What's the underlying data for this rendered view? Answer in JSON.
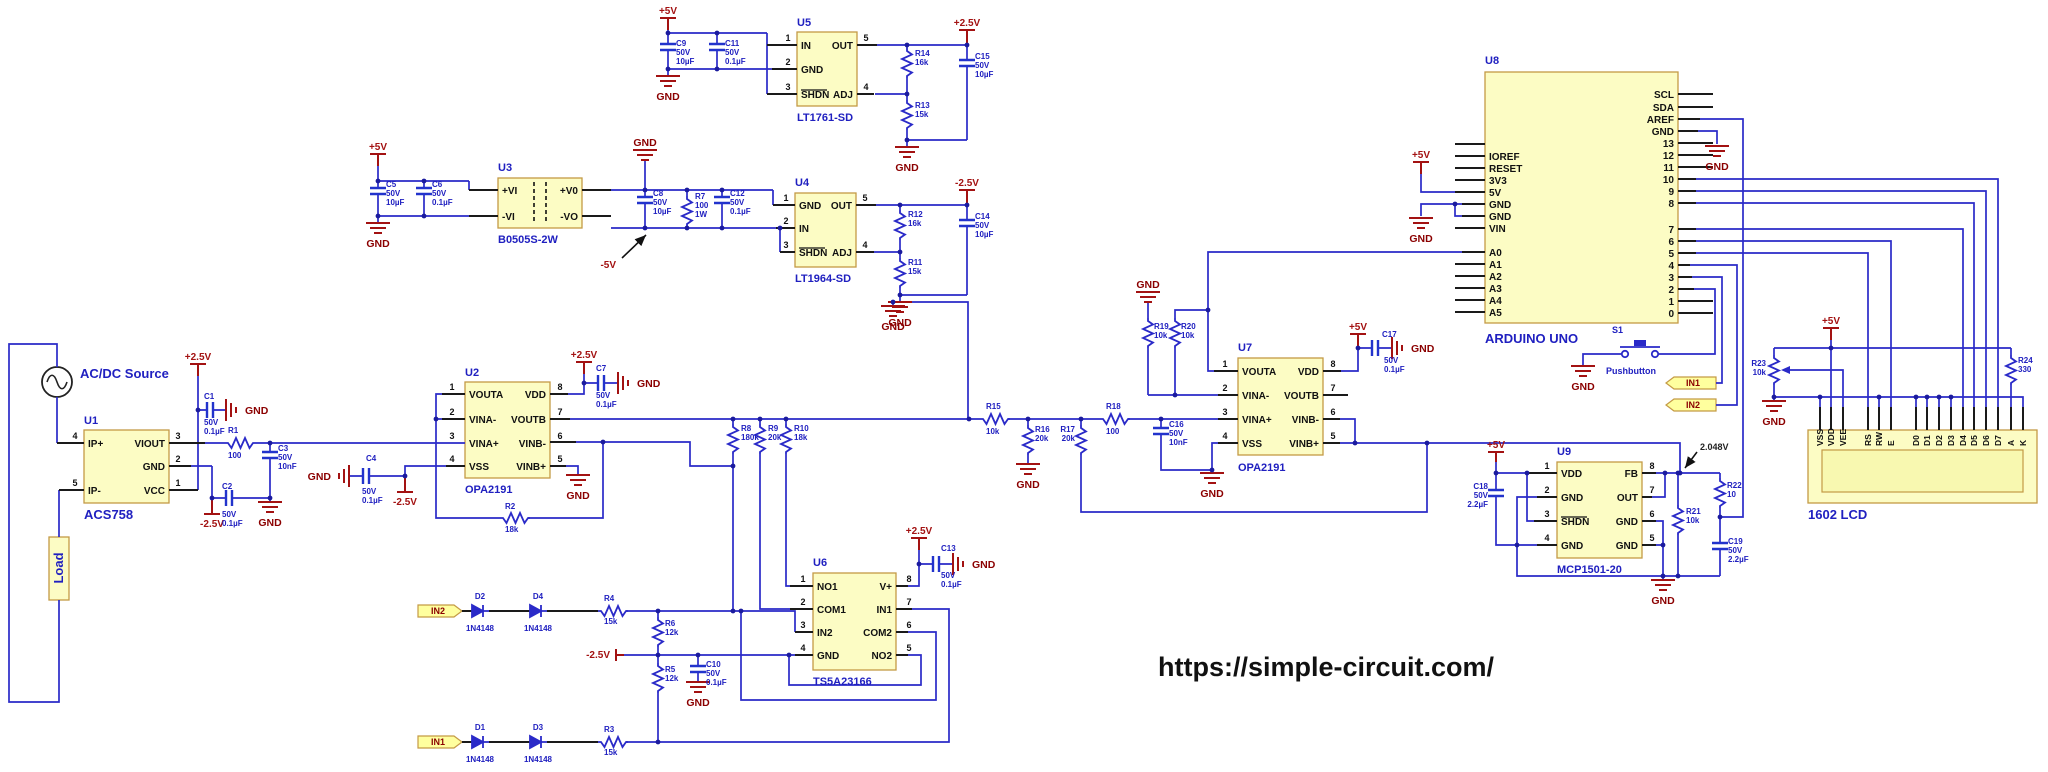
{
  "misc": {
    "url": "https://simple-circuit.com/",
    "source": "AC/DC Source",
    "load": "Load"
  },
  "nets": {
    "p5": "+5V",
    "p25": "+2.5V",
    "n25": "-2.5V",
    "n5": "-5V",
    "gnd": "GND",
    "vref": "2.048V"
  },
  "flags": {
    "in1": "IN1",
    "in2": "IN2"
  },
  "num": {
    "n1": "1",
    "n2": "2",
    "n3": "3",
    "n4": "4",
    "n5": "5",
    "n6": "6",
    "n7": "7",
    "n8": "8"
  },
  "refs": {
    "u1": "U1",
    "u2": "U2",
    "u3": "U3",
    "u4": "U4",
    "u5": "U5",
    "u6": "U6",
    "u7": "U7",
    "u8": "U8",
    "u9": "U9",
    "s1": "S1",
    "r1": "R1",
    "r2": "R2",
    "r3": "R3",
    "r4": "R4",
    "r5": "R5",
    "r6": "R6",
    "r7": "R7",
    "r8": "R8",
    "r9": "R9",
    "r10": "R10",
    "r11": "R11",
    "r12": "R12",
    "r13": "R13",
    "r14": "R14",
    "r15": "R15",
    "r16": "R16",
    "r17": "R17",
    "r18": "R18",
    "r19": "R19",
    "r20": "R20",
    "r21": "R21",
    "r22": "R22",
    "r23": "R23",
    "r24": "R24",
    "c1": "C1",
    "c2": "C2",
    "c3": "C3",
    "c4": "C4",
    "c5": "C5",
    "c6": "C6",
    "c7": "C7",
    "c8": "C8",
    "c9": "C9",
    "c10": "C10",
    "c11": "C11",
    "c12": "C12",
    "c13": "C13",
    "c14": "C14",
    "c15": "C15",
    "c16": "C16",
    "c17": "C17",
    "c18": "C18",
    "c19": "C19",
    "d1": "D1",
    "d2": "D2",
    "d3": "D3",
    "d4": "D4"
  },
  "rv": {
    "v10": "10",
    "v100": "100",
    "v330": "330",
    "v10k": "10k",
    "v12k": "12k",
    "v15k": "15k",
    "v16k": "16k",
    "v18k": "18k",
    "v20k": "20k",
    "v180k": "180k",
    "w1": "1W"
  },
  "cv": {
    "v50": "50V",
    "u10": "10µF",
    "u01": "0.1µF",
    "n10": "10nF",
    "u22": "2.2µF"
  },
  "parts": {
    "u1": "ACS758",
    "opamp": "OPA2191",
    "u3": "B0505S-2W",
    "u4": "LT1964-SD",
    "u5": "LT1761-SD",
    "u6": "TS5A23166",
    "u8": "ARDUINO UNO",
    "u9": "MCP1501-20",
    "lcd": "1602 LCD",
    "diode": "1N4148",
    "s1": "Pushbutton"
  },
  "pins": {
    "acs": {
      "ipp": "IP+",
      "ipm": "IP-",
      "viout": "VIOUT",
      "gnd": "GND",
      "vcc": "VCC"
    },
    "op": {
      "vouta": "VOUTA",
      "vinam": "VINA-",
      "vinap": "VINA+",
      "vss": "VSS",
      "vdd": "VDD",
      "voutb": "VOUTB",
      "vinbm": "VINB-",
      "vinbp": "VINB+"
    },
    "dc": {
      "pvi": "+VI",
      "nvi": "-VI",
      "pvo": "+V0",
      "nvo": "-VO"
    },
    "ldo": {
      "in": "IN",
      "gnd": "GND",
      "shdn": "SHDN",
      "out": "OUT",
      "adj": "ADJ"
    },
    "sw": {
      "no1": "NO1",
      "com1": "COM1",
      "in2": "IN2",
      "gnd": "GND",
      "vp": "V+",
      "in1": "IN1",
      "com2": "COM2",
      "no2": "NO2"
    },
    "vr": {
      "vdd": "VDD",
      "gnd": "GND",
      "shdn": "SHDN",
      "fb": "FB",
      "out": "OUT"
    }
  },
  "u8": {
    "left": [
      "IOREF",
      "RESET",
      "3V3",
      "5V",
      "GND",
      "GND",
      "VIN",
      "A0",
      "A1",
      "A2",
      "A3",
      "A4",
      "A5"
    ],
    "right": [
      "SCL",
      "SDA",
      "AREF",
      "GND",
      "13",
      "12",
      "11",
      "10",
      "9",
      "8",
      "7",
      "6",
      "5",
      "4",
      "3",
      "2",
      "1",
      "0"
    ]
  },
  "lcd": {
    "pins": [
      "VSS",
      "VDD",
      "VEE",
      "RS",
      "RW",
      "E",
      "D0",
      "D1",
      "D2",
      "D3",
      "D4",
      "D5",
      "D6",
      "D7",
      "A",
      "K"
    ]
  }
}
